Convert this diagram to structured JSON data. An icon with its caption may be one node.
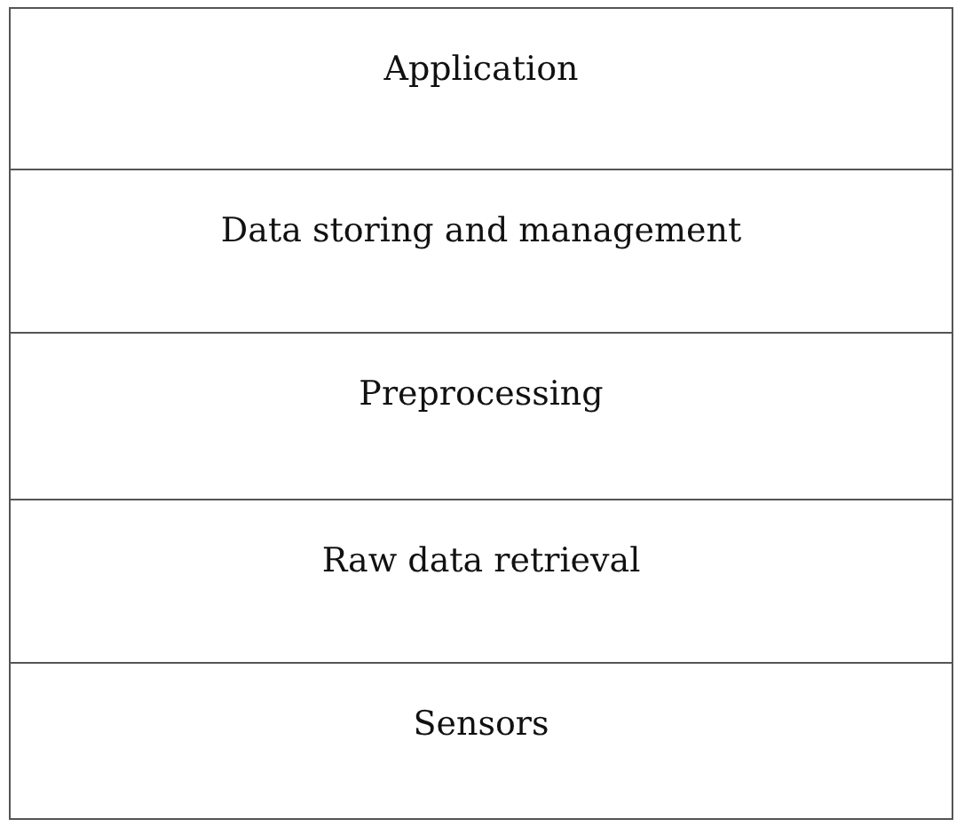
{
  "diagram": {
    "nodes": [
      {
        "text": [
          "Application"
        ]
      },
      {
        "text": [
          "Data storing and management"
        ]
      },
      {
        "text": [
          "Preprocessing"
        ]
      },
      {
        "text": [
          "Raw data retrieval"
        ]
      },
      {
        "text": [
          "Sensors"
        ]
      }
    ]
  }
}
